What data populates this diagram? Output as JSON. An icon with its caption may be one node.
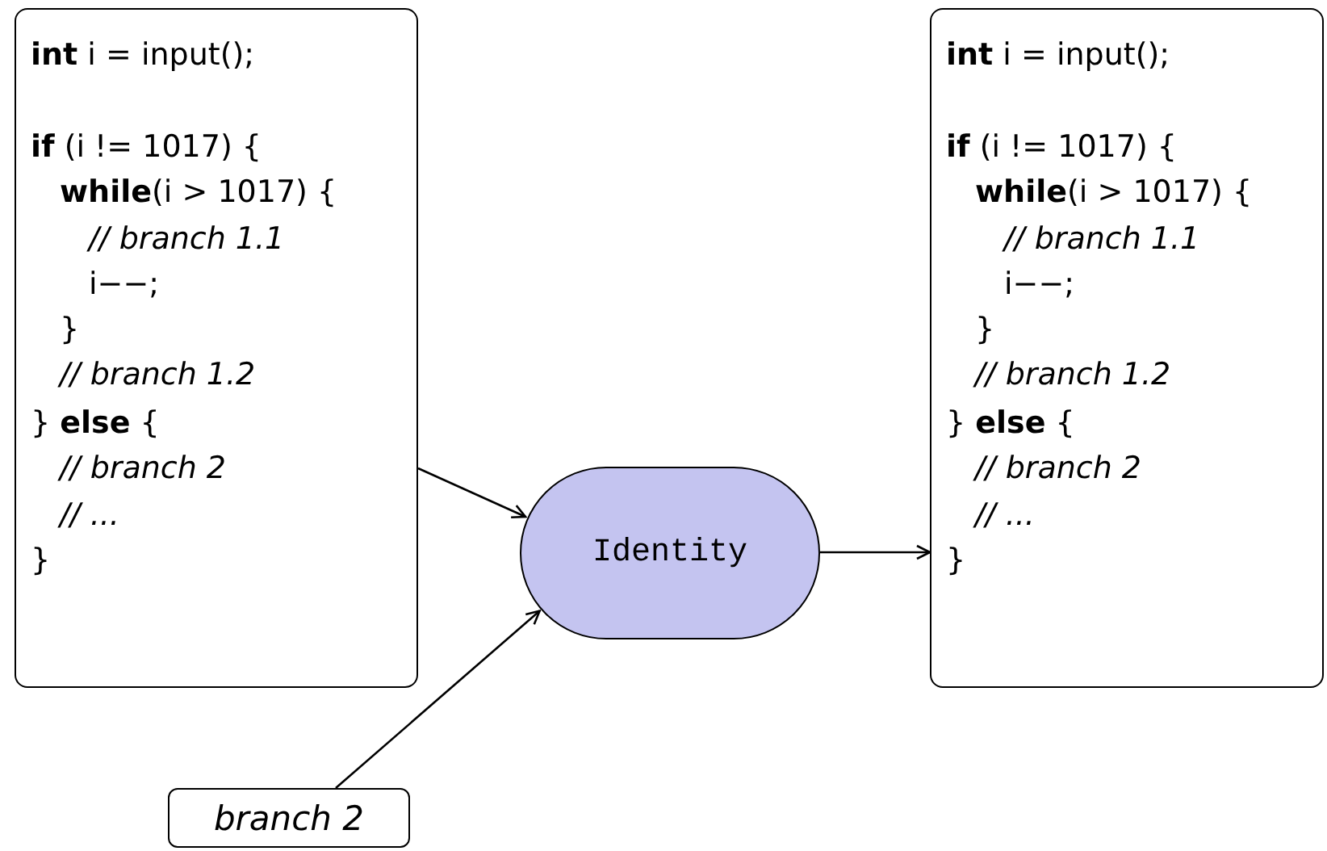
{
  "diagram": {
    "nodes": [
      {
        "text": [
          "**int** i = input();",
          "**if** (i != 1017) {",
          "**while**(i > 1017) {",
          "*// branch 1.1*",
          "i−−;",
          "}",
          "*// branch 1.2*",
          "} **else** {",
          "*// branch 2*",
          "*// ...*",
          "}"
        ]
      },
      {
        "text": [
          "Identity"
        ]
      },
      {
        "text": [
          "**int** i = input();",
          "**if** (i != 1017) {",
          "**while**(i > 1017) {",
          "*// branch 1.1*",
          "i−−;",
          "}",
          "*// branch 1.2*",
          "} **else** {",
          "*// branch 2*",
          "*// ...*",
          "}"
        ]
      },
      {
        "text": [
          "branch 2"
        ]
      }
    ],
    "edges": [
      {
        "from": 0,
        "to": 1,
        "arrow": "to"
      },
      {
        "from": 3,
        "to": 1,
        "arrow": "to"
      },
      {
        "from": 1,
        "to": 2,
        "arrow": "to"
      }
    ]
  }
}
